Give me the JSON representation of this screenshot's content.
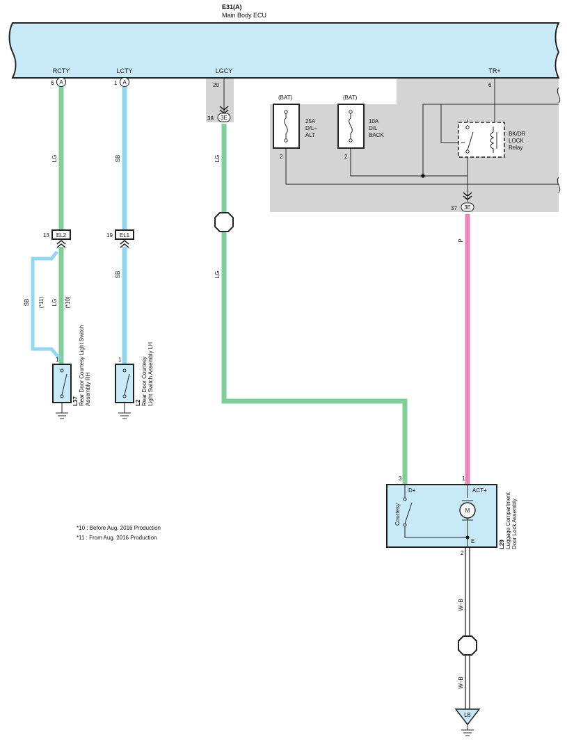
{
  "ecu": {
    "code": "E31(A)",
    "name": "Main Body ECU",
    "terminals": {
      "rcty": {
        "name": "RCTY",
        "pin": "6",
        "conn": "A"
      },
      "lcty": {
        "name": "LCTY",
        "pin": "1",
        "conn": "A"
      },
      "lgcy": {
        "name": "LGCY",
        "pin": "20"
      },
      "trplus": {
        "name": "TR+",
        "pin": "6"
      }
    }
  },
  "junction_3e": {
    "label": "3E",
    "pin_left": "38",
    "pin_right": "37"
  },
  "fuses": [
    {
      "source": "(BAT)",
      "rating": "25A",
      "name_l1": "D/L–",
      "name_l2": "ALT",
      "pin": "2"
    },
    {
      "source": "(BAT)",
      "rating": "10A",
      "name_l1": "D/L",
      "name_l2": "BACK",
      "pin": "2"
    }
  ],
  "relay": {
    "l1": "BK/DR",
    "l2": "LOCK",
    "l3": "Relay"
  },
  "connectors": {
    "el2": {
      "label": "EL2",
      "pin": "13"
    },
    "el1": {
      "label": "EL1",
      "pin": "19"
    }
  },
  "wire_colors": {
    "lg": "LG",
    "sb": "SB",
    "p": "P",
    "wb": "W–B",
    "note10": "(*10)",
    "note11": "(*11)"
  },
  "colors": {
    "lg": "#7fcf9a",
    "sb": "#93d6f1",
    "p": "#ec84bd",
    "ecu_fill": "#c8eaf8",
    "shade": "#d4d4d4"
  },
  "switches": {
    "l37": {
      "code": "L37",
      "pin": "1",
      "l1": "Rear Door Courtesy Light Switch",
      "l2": "Assembly RH"
    },
    "l2": {
      "code": "L2",
      "pin": "1",
      "l1": "Rear Door Courtesy",
      "l2": "Light Switch Assembly LH"
    }
  },
  "luggage": {
    "code": "L29",
    "l1": "Luggage Compartment",
    "l2": "Door Lock Assembly",
    "pin_dplus": "3",
    "pin_act": "1",
    "pin_e": "2",
    "dplus": "D+",
    "act": "ACT+",
    "courtesy": "Courtesy",
    "motor": "M",
    "e": "E"
  },
  "ground_lb": "LB",
  "notes": [
    "*10 : Before Aug.  2016 Production",
    "*11 : From Aug.  2016 Production"
  ]
}
